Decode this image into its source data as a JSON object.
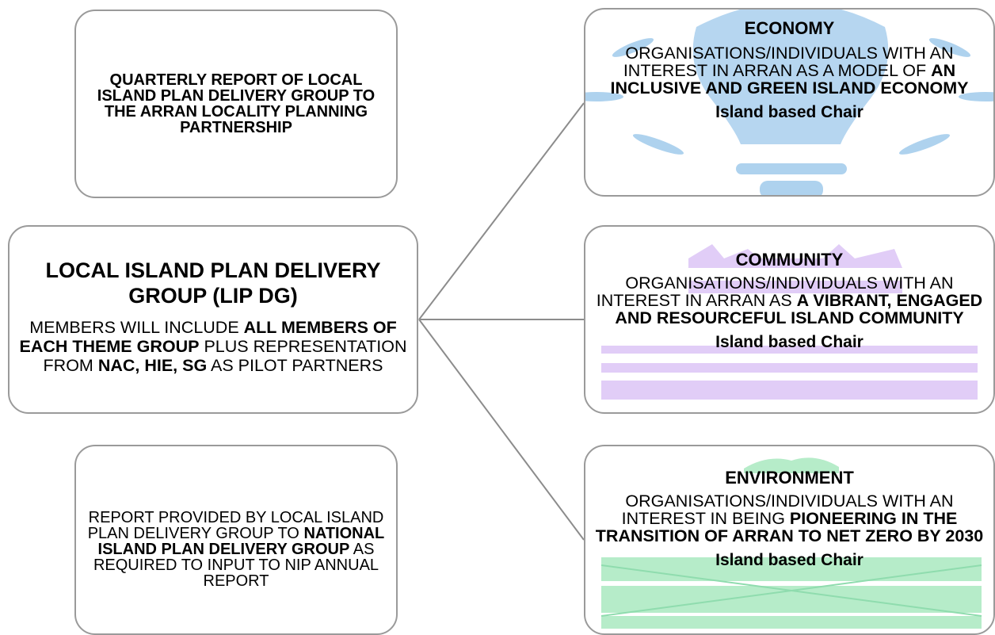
{
  "quarterly_box": {
    "text": "QUARTERLY REPORT OF LOCAL ISLAND PLAN DELIVERY GROUP TO THE ARRAN LOCALITY PLANNING PARTNERSHIP"
  },
  "lipdg_box": {
    "title": "LOCAL ISLAND PLAN DELIVERY GROUP (LIP DG)",
    "body": {
      "p1": "MEMBERS WILL INCLUDE ",
      "b1": "ALL MEMBERS OF EACH THEME GROUP",
      "p2": " PLUS REPRESENTATION FROM ",
      "b2": "NAC, HIE, SG",
      "p3": " AS PILOT PARTNERS"
    }
  },
  "report_box": {
    "p1": "REPORT PROVIDED BY LOCAL ISLAND PLAN DELIVERY GROUP TO ",
    "b1": "NATIONAL ISLAND PLAN DELIVERY GROUP",
    "p2": " AS REQUIRED TO INPUT TO NIP ANNUAL REPORT"
  },
  "themes": {
    "economy": {
      "heading": "ECONOMY",
      "desc_plain": "ORGANISATIONS/INDIVIDUALS  WITH AN INTEREST IN ARRAN AS A MODEL OF ",
      "desc_bold": "AN INCLUSIVE AND GREEN ISLAND ECONOMY",
      "chair": "Island based Chair",
      "bg_color": "#aed2ee",
      "bg_icon": "lightbulb-icon"
    },
    "community": {
      "heading": "COMMUNITY",
      "desc_plain": "ORGANISATIONS/INDIVIDUALS  WITH AN INTEREST IN ARRAN AS ",
      "desc_bold": "A VIBRANT, ENGAGED AND RESOURCEFUL ISLAND COMMUNITY",
      "chair": "Island based Chair",
      "bg_color": "#e1cdf7",
      "bg_icon": "community-icon"
    },
    "environment": {
      "heading": "ENVIRONMENT",
      "desc_plain": "ORGANISATIONS/INDIVIDUALS  WITH AN INTEREST IN BEING ",
      "desc_bold": "PIONEERING IN THE TRANSITION OF ARRAN TO NET ZERO BY 2030",
      "chair": "Island based Chair",
      "bg_color": "#b6ecc9",
      "bg_icon": "environment-icon"
    }
  },
  "colors": {
    "box_border": "#9a9a9a",
    "connector": "#8c8c8c"
  }
}
